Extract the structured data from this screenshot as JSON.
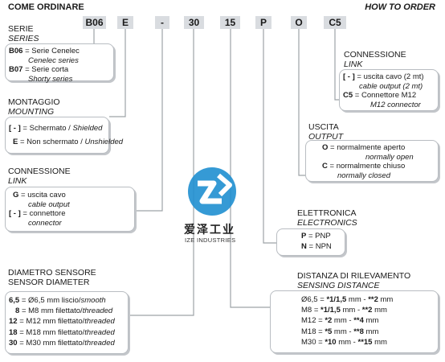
{
  "header": {
    "left": "COME ORDINARE",
    "right": "HOW TO ORDER"
  },
  "codes": [
    "B06",
    "E",
    "-",
    "30",
    "15",
    "P",
    "O",
    "C5"
  ],
  "series": {
    "title": "SERIE",
    "subtitle": "SERIES",
    "rows": [
      {
        "code": "B06",
        "text": "= Serie Cenelec",
        "sub": "Cenelec series"
      },
      {
        "code": "B07",
        "text": "= Serie corta",
        "sub": "Shorty series"
      }
    ]
  },
  "mounting": {
    "title": "MONTAGGIO",
    "subtitle": "MOUNTING",
    "rows": [
      {
        "code": "[ - ]",
        "text": "= Schermato / ",
        "it": "Shielded"
      },
      {
        "code": "E",
        "text": "= Non schermato / ",
        "it": "Unshielded"
      }
    ]
  },
  "connection_left": {
    "title": "CONNESSIONE",
    "subtitle": "LINK",
    "rows": [
      {
        "code": "G",
        "text": "= uscita cavo",
        "sub": "cable output"
      },
      {
        "code": "[ - ]",
        "text": "= connettore",
        "sub": "connector"
      }
    ]
  },
  "diameter": {
    "title": "DIAMETRO SENSORE",
    "subtitle": "SENSOR DIAMETER",
    "rows": [
      {
        "code": "6,5",
        "text": "= Ø6,5 mm liscio/",
        "it": "smooth"
      },
      {
        "code": "8",
        "text": "= M8  mm filettato/",
        "it": "threaded"
      },
      {
        "code": "12",
        "text": "= M12 mm filettato/",
        "it": "threaded"
      },
      {
        "code": "18",
        "text": "= M18 mm filettato/",
        "it": "threaded"
      },
      {
        "code": "30",
        "text": "= M30 mm filettato/",
        "it": "threaded"
      }
    ]
  },
  "connection_right": {
    "title": "CONNESSIONE",
    "subtitle": "LINK",
    "rows": [
      {
        "code": "[ - ]",
        "text": "= uscita cavo (2 mt)",
        "sub": "cable output (2 mt)"
      },
      {
        "code": "C5",
        "text": "= Connettore M12",
        "sub": "M12 connector"
      }
    ]
  },
  "output": {
    "title": "USCITA",
    "subtitle": "OUTPUT",
    "rows": [
      {
        "code": "O",
        "text": "= normalmente aperto",
        "sub": "normally open"
      },
      {
        "code": "C",
        "text": "= normalmente chiuso",
        "sub": "normally closed"
      }
    ]
  },
  "electronics": {
    "title": "ELETTRONICA",
    "subtitle": "ELECTRONICS",
    "rows": [
      {
        "code": "P",
        "text": "= PNP"
      },
      {
        "code": "N",
        "text": "= NPN"
      }
    ]
  },
  "distance": {
    "title": "DISTANZA DI RILEVAMENTO",
    "subtitle": "SENSING DISTANCE",
    "rows": [
      {
        "size": "Ø6,5 =",
        "v1": "*1/1,5",
        "mid": " mm - ",
        "v2": "**2",
        "unit": " mm"
      },
      {
        "size": "M8   =",
        "v1": "*1/1,5",
        "mid": " mm - ",
        "v2": "**2",
        "unit": " mm"
      },
      {
        "size": "M12  =",
        "v1": "*2",
        "mid": " mm - ",
        "v2": "**4",
        "unit": " mm"
      },
      {
        "size": "M18  =",
        "v1": "*5",
        "mid": " mm - ",
        "v2": "**8",
        "unit": " mm"
      },
      {
        "size": "M30  =",
        "v1": "*10",
        "mid": " mm - ",
        "v2": "**15",
        "unit": " mm"
      }
    ]
  },
  "watermark": {
    "name": "爱泽工业",
    "sub": "IZE INDUSTRIES",
    "color": "#1f8fd0"
  }
}
